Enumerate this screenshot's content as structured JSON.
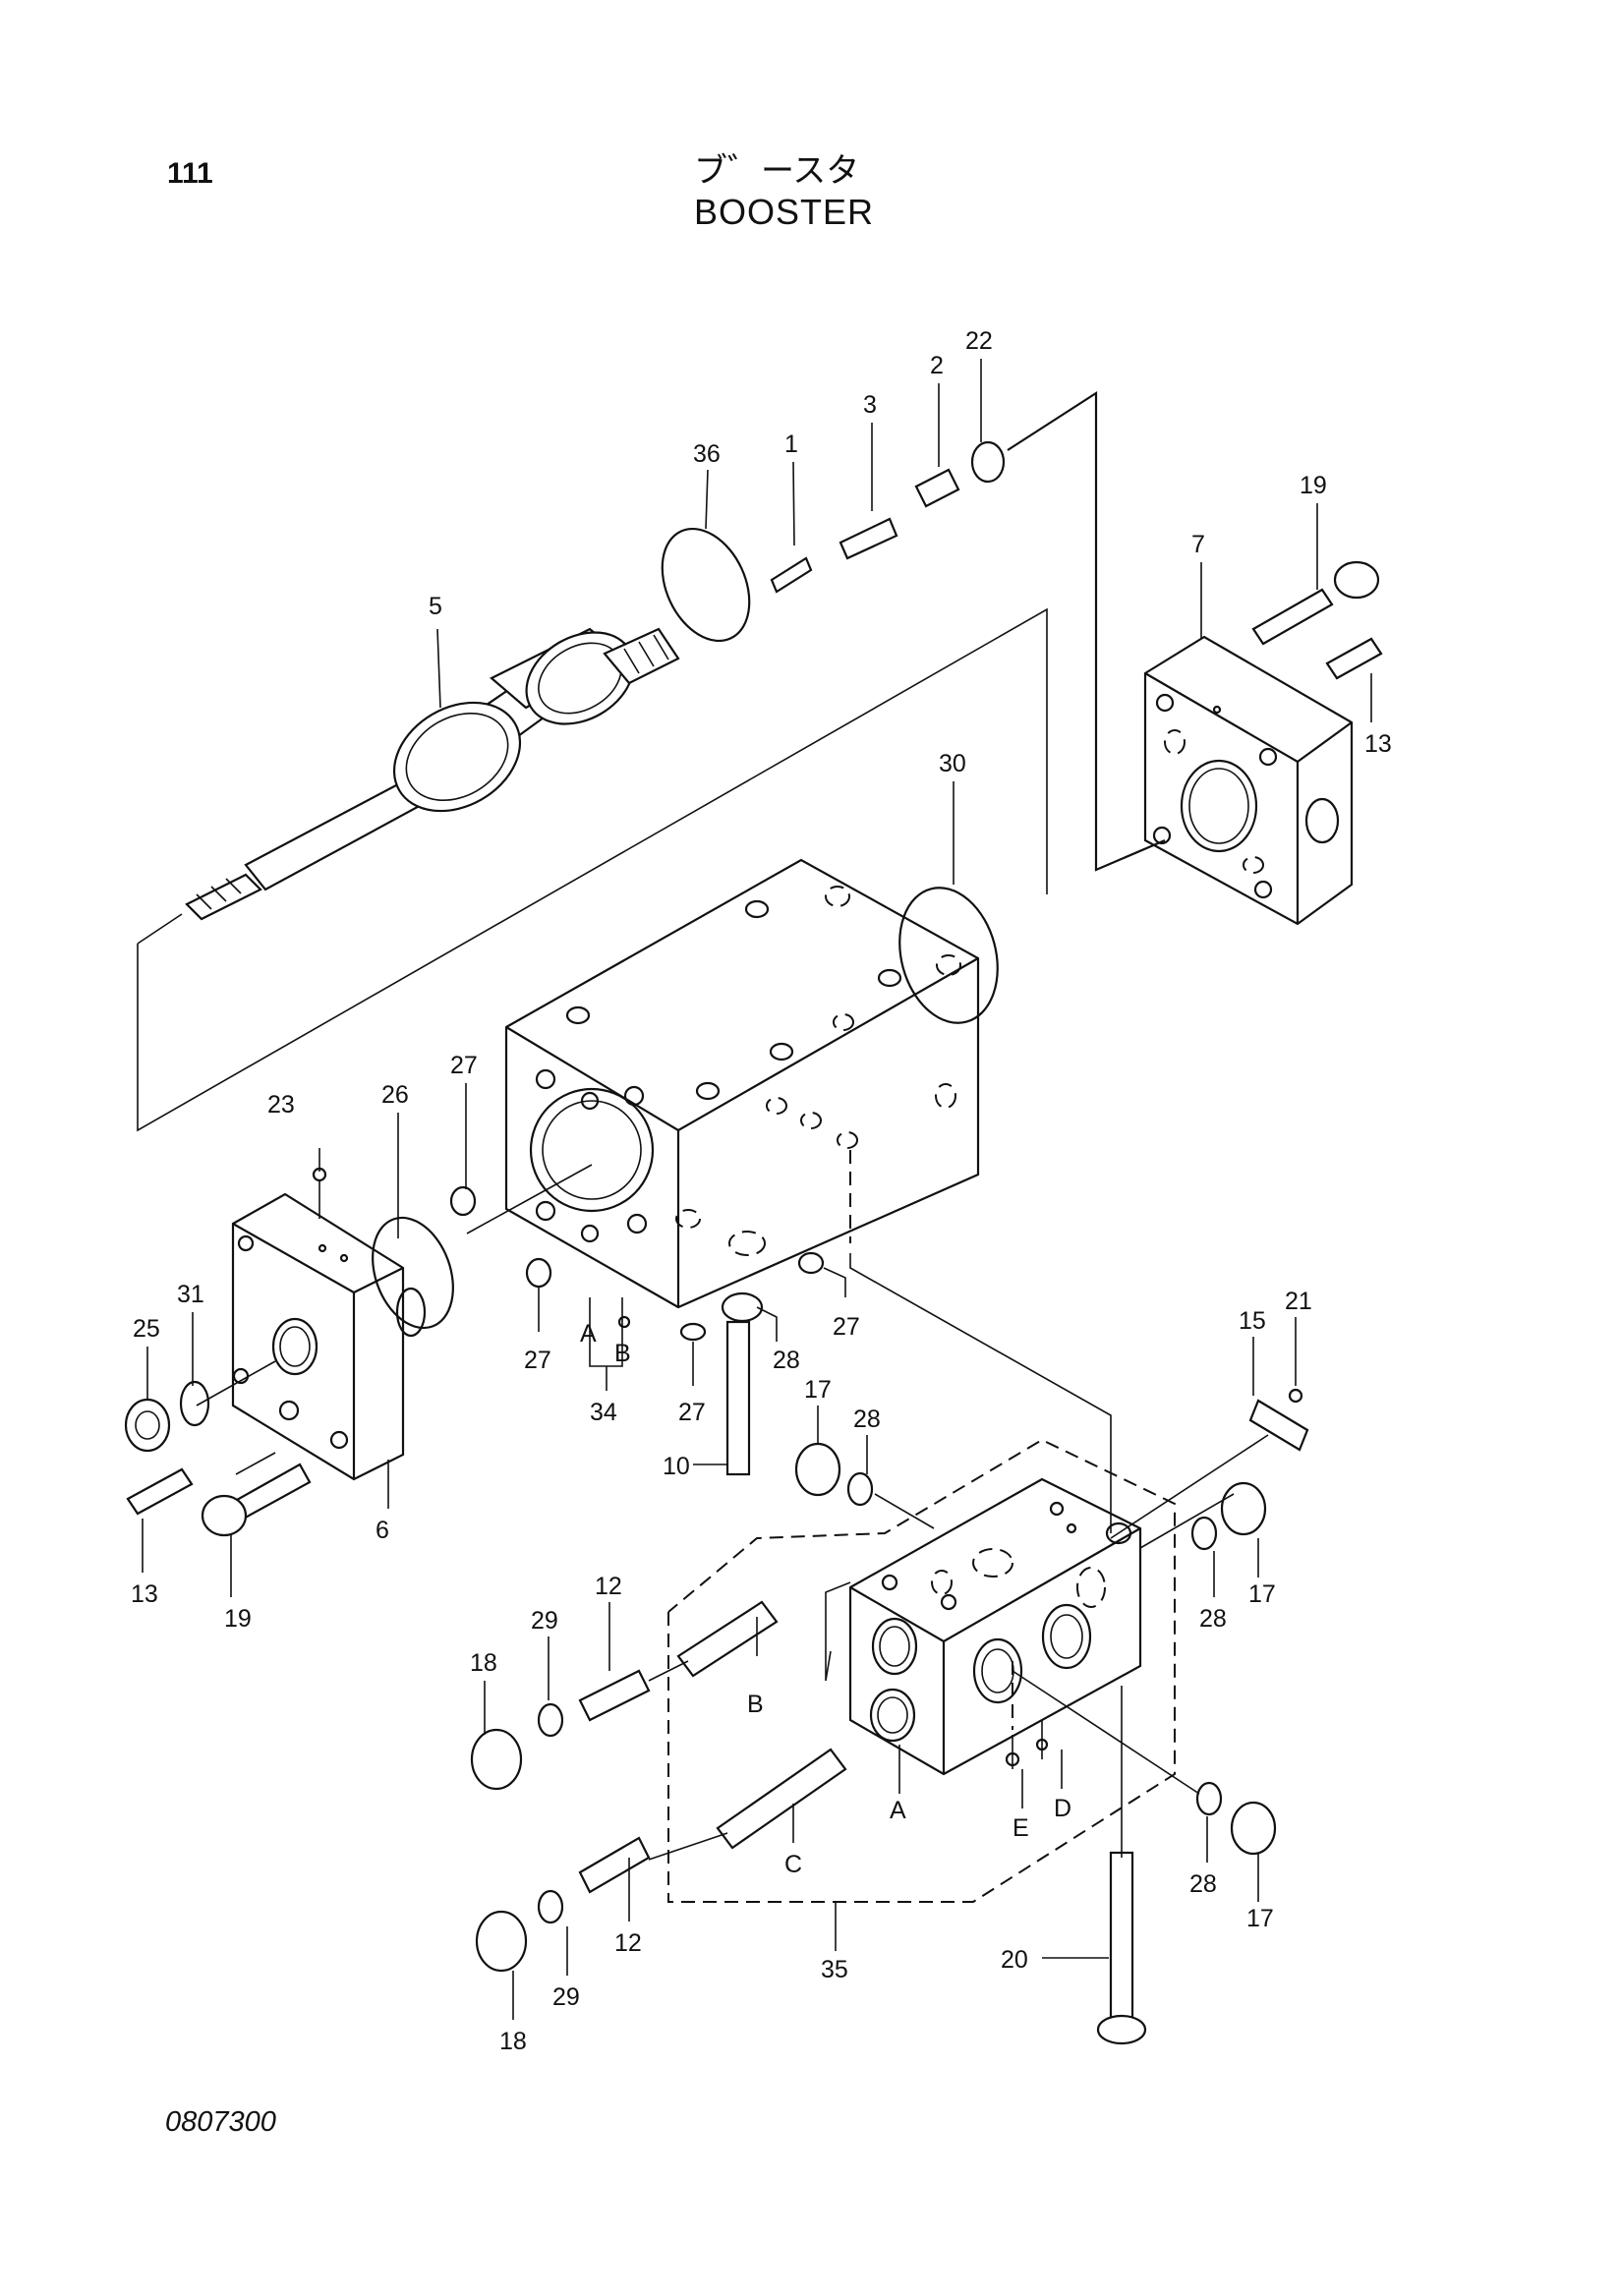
{
  "header": {
    "page_number": "111",
    "title_jp": "ブ゛ースタ",
    "title_en": "BOOSTER"
  },
  "footer": {
    "drawing_code": "0807300"
  },
  "callouts": [
    {
      "id": "c36",
      "text": "36"
    },
    {
      "id": "c1",
      "text": "1"
    },
    {
      "id": "c3",
      "text": "3"
    },
    {
      "id": "c2",
      "text": "2"
    },
    {
      "id": "c22",
      "text": "22"
    },
    {
      "id": "c19a",
      "text": "19"
    },
    {
      "id": "c7",
      "text": "7"
    },
    {
      "id": "c13a",
      "text": "13"
    },
    {
      "id": "c5",
      "text": "5"
    },
    {
      "id": "c30",
      "text": "30"
    },
    {
      "id": "c27a",
      "text": "27"
    },
    {
      "id": "c23",
      "text": "23"
    },
    {
      "id": "c26",
      "text": "26"
    },
    {
      "id": "c31",
      "text": "31"
    },
    {
      "id": "c25",
      "text": "25"
    },
    {
      "id": "c27b",
      "text": "27"
    },
    {
      "id": "cA1",
      "text": "A"
    },
    {
      "id": "cB1",
      "text": "B"
    },
    {
      "id": "c34",
      "text": "34"
    },
    {
      "id": "c27c",
      "text": "27"
    },
    {
      "id": "c28a",
      "text": "28"
    },
    {
      "id": "c27d",
      "text": "27"
    },
    {
      "id": "c13b",
      "text": "13"
    },
    {
      "id": "c19b",
      "text": "19"
    },
    {
      "id": "c6",
      "text": "6"
    },
    {
      "id": "c10",
      "text": "10"
    },
    {
      "id": "c17a",
      "text": "17"
    },
    {
      "id": "c28b",
      "text": "28"
    },
    {
      "id": "c15",
      "text": "15"
    },
    {
      "id": "c21",
      "text": "21"
    },
    {
      "id": "c17b",
      "text": "17"
    },
    {
      "id": "c28c",
      "text": "28"
    },
    {
      "id": "c12a",
      "text": "12"
    },
    {
      "id": "c29a",
      "text": "29"
    },
    {
      "id": "c18a",
      "text": "18"
    },
    {
      "id": "cB2",
      "text": "B"
    },
    {
      "id": "cA2",
      "text": "A"
    },
    {
      "id": "cE",
      "text": "E"
    },
    {
      "id": "cD",
      "text": "D"
    },
    {
      "id": "cC",
      "text": "C"
    },
    {
      "id": "c28d",
      "text": "28"
    },
    {
      "id": "c17c",
      "text": "17"
    },
    {
      "id": "c12b",
      "text": "12"
    },
    {
      "id": "c29b",
      "text": "29"
    },
    {
      "id": "c18b",
      "text": "18"
    },
    {
      "id": "c35",
      "text": "35"
    },
    {
      "id": "c20",
      "text": "20"
    }
  ]
}
